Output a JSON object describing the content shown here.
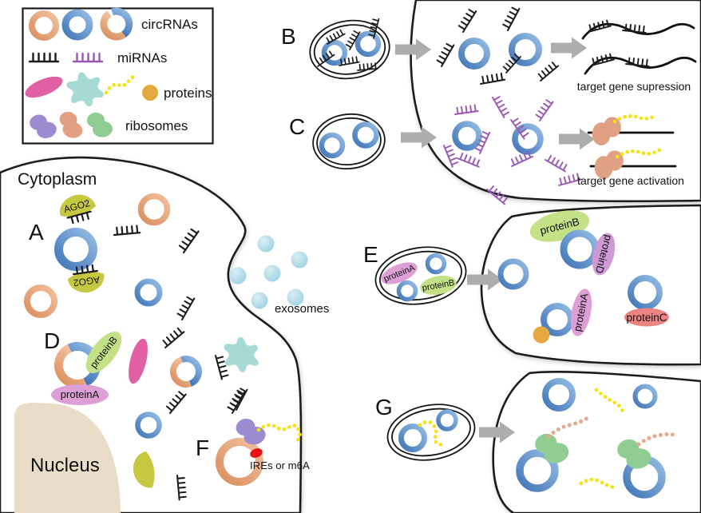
{
  "palette": {
    "circrna_blue": "#5b8fc9",
    "circrna_orange": "#e2a17b",
    "mirna_black": "#1c1c1c",
    "mirna_purple": "#9b57b4",
    "protein_pink": "#e160a4",
    "protein_teal": "#a5dbd4",
    "protein_yellow_chain": "#f6e112",
    "protein_orange": "#e7a93f",
    "ribosome_purple": "#9c8bd1",
    "ribosome_salmon": "#e2a083",
    "ribosome_green": "#8fcd92",
    "ago2_olive": "#c6c93f",
    "protein_a_orchid": "#dd9fd6",
    "protein_b_green": "#c3e287",
    "protein_c_red": "#ec8484",
    "protein_d_violet": "#cf9ad4",
    "ire_red_dot": "#e81111",
    "nucleus_beige": "#e9ddc8",
    "exosome_lightblue": "#a8d7e6",
    "arrow_gray": "#adadad"
  },
  "legend": {
    "circRNAs": "circRNAs",
    "miRNAs": "miRNAs",
    "proteins": "proteins",
    "ribosomes": "ribosomes"
  },
  "labels": {
    "cytoplasm": "Cytoplasm",
    "nucleus": "Nucleus",
    "exosomes": "exosomes"
  },
  "sections": {
    "a": {
      "label": "A",
      "ago2": "AGO2"
    },
    "b": {
      "label": "B",
      "caption": "target gene supression"
    },
    "c": {
      "label": "C",
      "caption": "target gene activation"
    },
    "d": {
      "label": "D",
      "protein_b": "proteinB",
      "protein_a": "proteinA"
    },
    "e": {
      "label": "E",
      "exosome": {
        "protein_a": "proteinA",
        "protein_b": "proteinB"
      },
      "cell": {
        "protein_b": "proteinB",
        "protein_d": "proteinD",
        "protein_a": "proteinA",
        "protein_c": "proteinC"
      }
    },
    "f": {
      "label": "F",
      "annotation": "IREs or m6A"
    },
    "g": {
      "label": "G"
    }
  }
}
